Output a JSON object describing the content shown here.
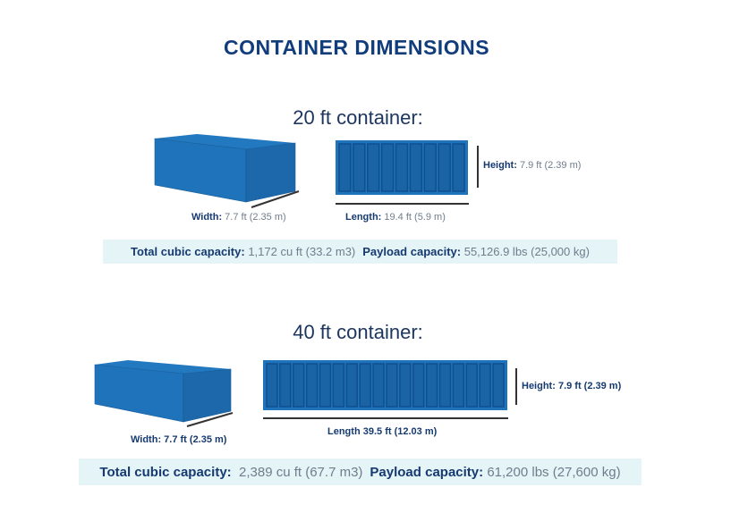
{
  "title": "CONTAINER DIMENSIONS",
  "containers": [
    {
      "heading": "20 ft container:",
      "width_label": "Width:",
      "width_value": "7.7 ft (2.35 m)",
      "length_label": "Length:",
      "length_value": "19.4 ft (5.9 m)",
      "height_label": "Height:",
      "height_value": "7.9 ft (2.39 m)",
      "cubic_label": "Total cubic capacity:",
      "cubic_value": "1,172 cu ft (33.2 m3)",
      "payload_label": "Payload capacity:",
      "payload_value": "55,126.9 lbs (25,000 kg)",
      "door_panels": 9
    },
    {
      "heading": "40 ft container:",
      "width_label": "Width:",
      "width_value": "7.7 ft (2.35 m)",
      "length_label": "Length",
      "length_value": "39.5 ft (12.03 m)",
      "height_label": "Height:",
      "height_value": "7.9 ft (2.39 m)",
      "cubic_label": "Total cubic capacity:",
      "cubic_value": "2,389 cu ft (67.7 m3)",
      "payload_label": "Payload capacity:",
      "payload_value": "61,200 lbs (27,600 kg)",
      "door_panels": 18
    }
  ],
  "colors": {
    "box_front": "#1f73ba",
    "box_side": "#1c68ab",
    "box_top": "#2379c0",
    "panel": "#0f4f8e",
    "navy": "#123d7c",
    "band": "#e5f4f7"
  }
}
